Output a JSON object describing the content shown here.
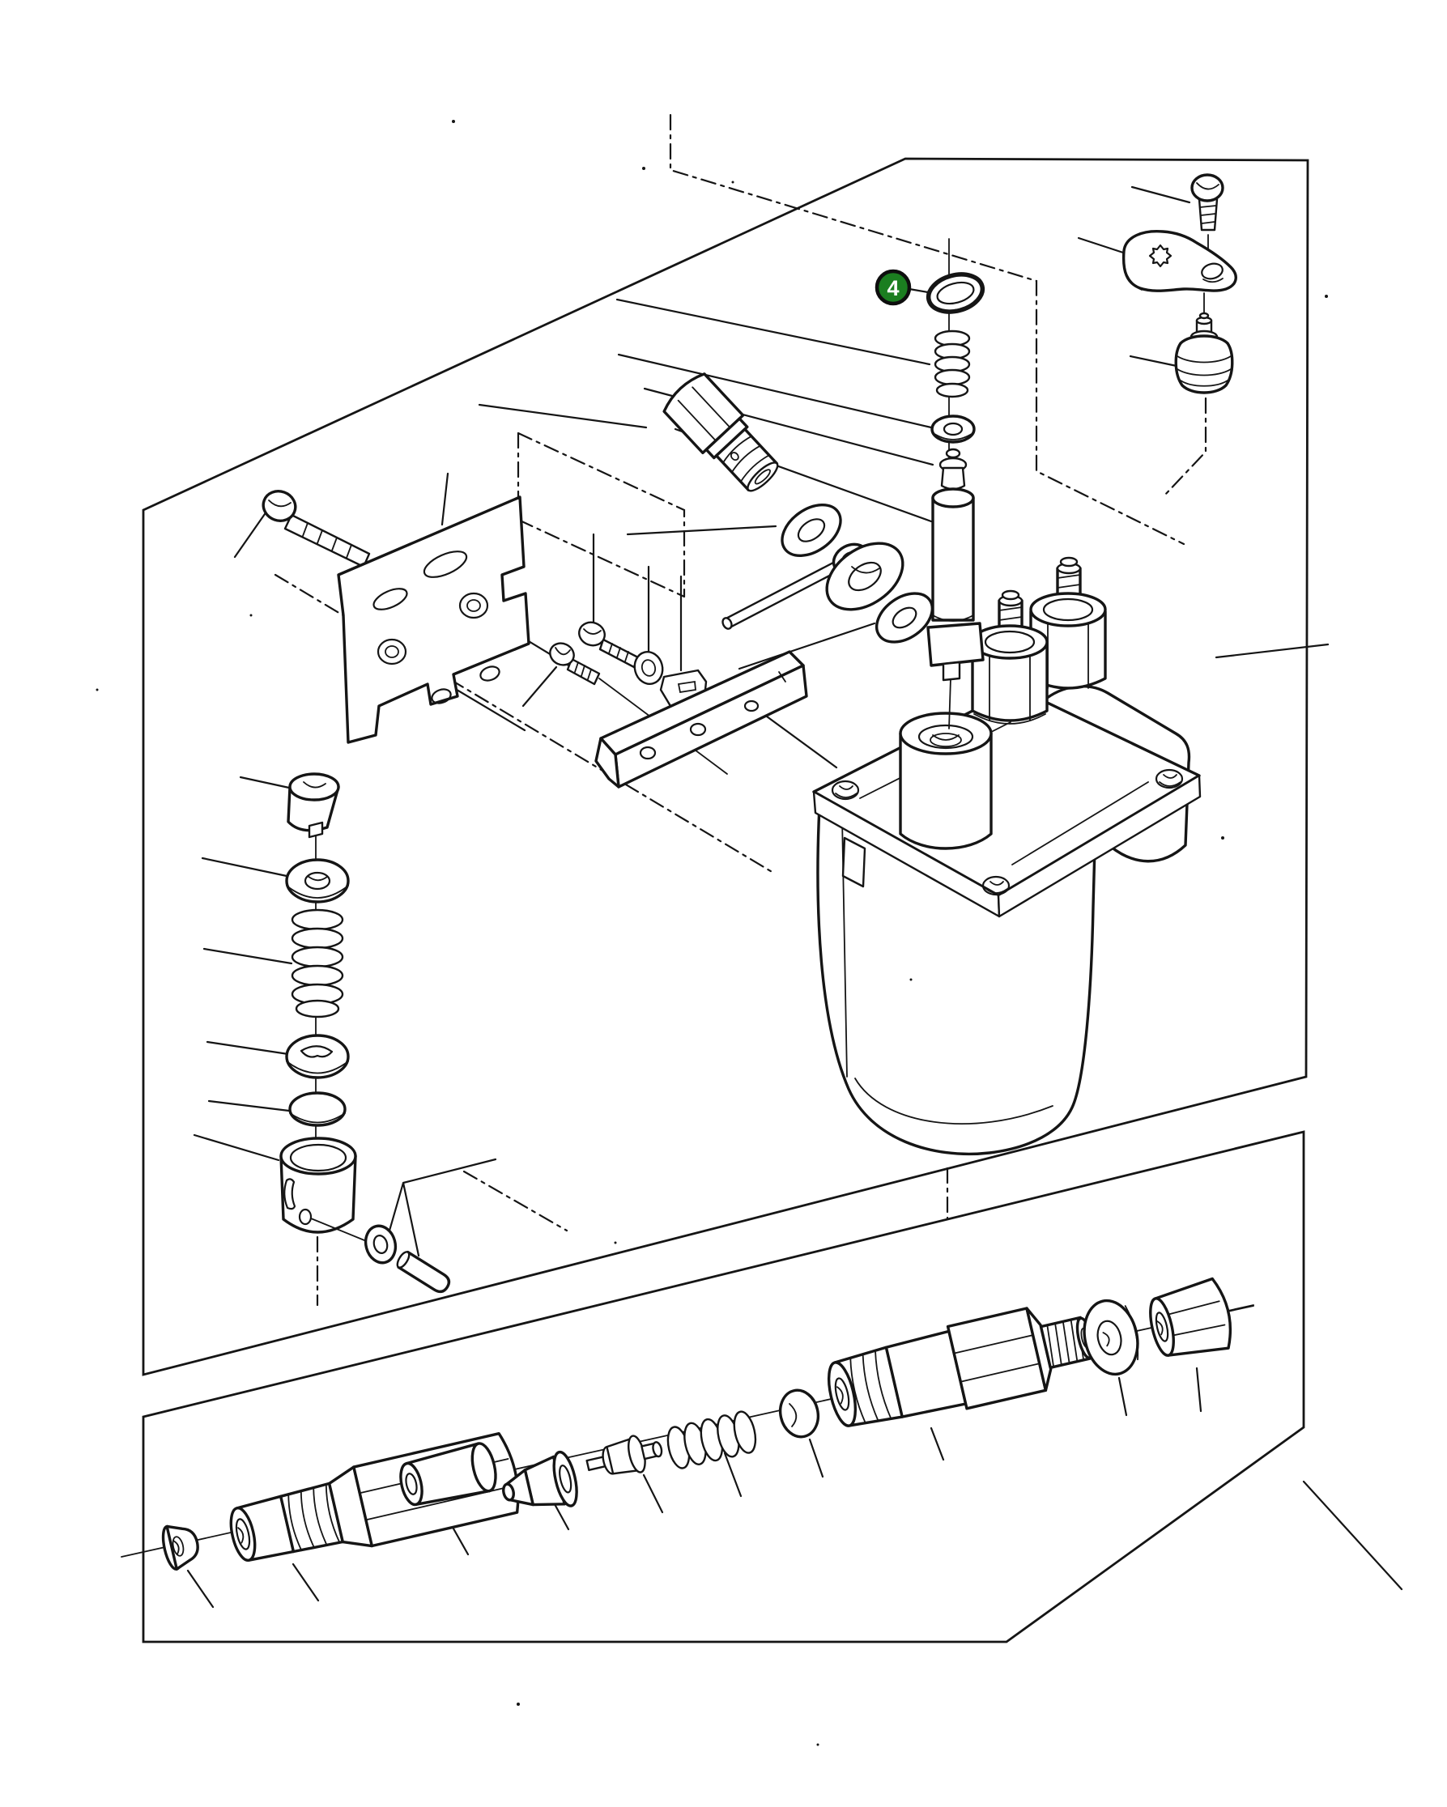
{
  "document": {
    "kind": "exploded-parts-diagram",
    "background_color": "#ffffff",
    "ink_color": "#151515"
  },
  "callout": {
    "label": "4",
    "fill": "#1b7e20",
    "stroke": "#0e0e0e",
    "text_color": "#ffffff"
  },
  "sections": {
    "pump_assembly": {
      "name": "injection-pump-exploded-view",
      "parts": [
        "mounting-screw",
        "mounting-bracket",
        "link-screw",
        "link-washer",
        "link-plate",
        "control-rack",
        "delivery-valve-holder",
        "washer-small",
        "washer-large",
        "stop-lever-rod",
        "washer-gasket",
        "o-ring",
        "valve-spring",
        "valve-washer",
        "delivery-valve",
        "delivery-valve-body",
        "governor-screw",
        "governor-arm",
        "solenoid-valve",
        "pump-housing",
        "bleeder-screw",
        "tappet-cap",
        "spring-seat-upper",
        "plunger-spring",
        "spring-seat-lower",
        "adjusting-shim",
        "tappet",
        "roller-washer",
        "roller-pin"
      ]
    },
    "nozzle_holder_assembly": {
      "name": "nozzle-holder-exploded-view",
      "parts": [
        "cap-nut",
        "nozzle-retaining-nut",
        "spacer",
        "nozzle",
        "pressure-pin",
        "pressure-spring",
        "push-disc",
        "nozzle-holder-body",
        "gasket-washer",
        "inlet-nut"
      ]
    }
  }
}
